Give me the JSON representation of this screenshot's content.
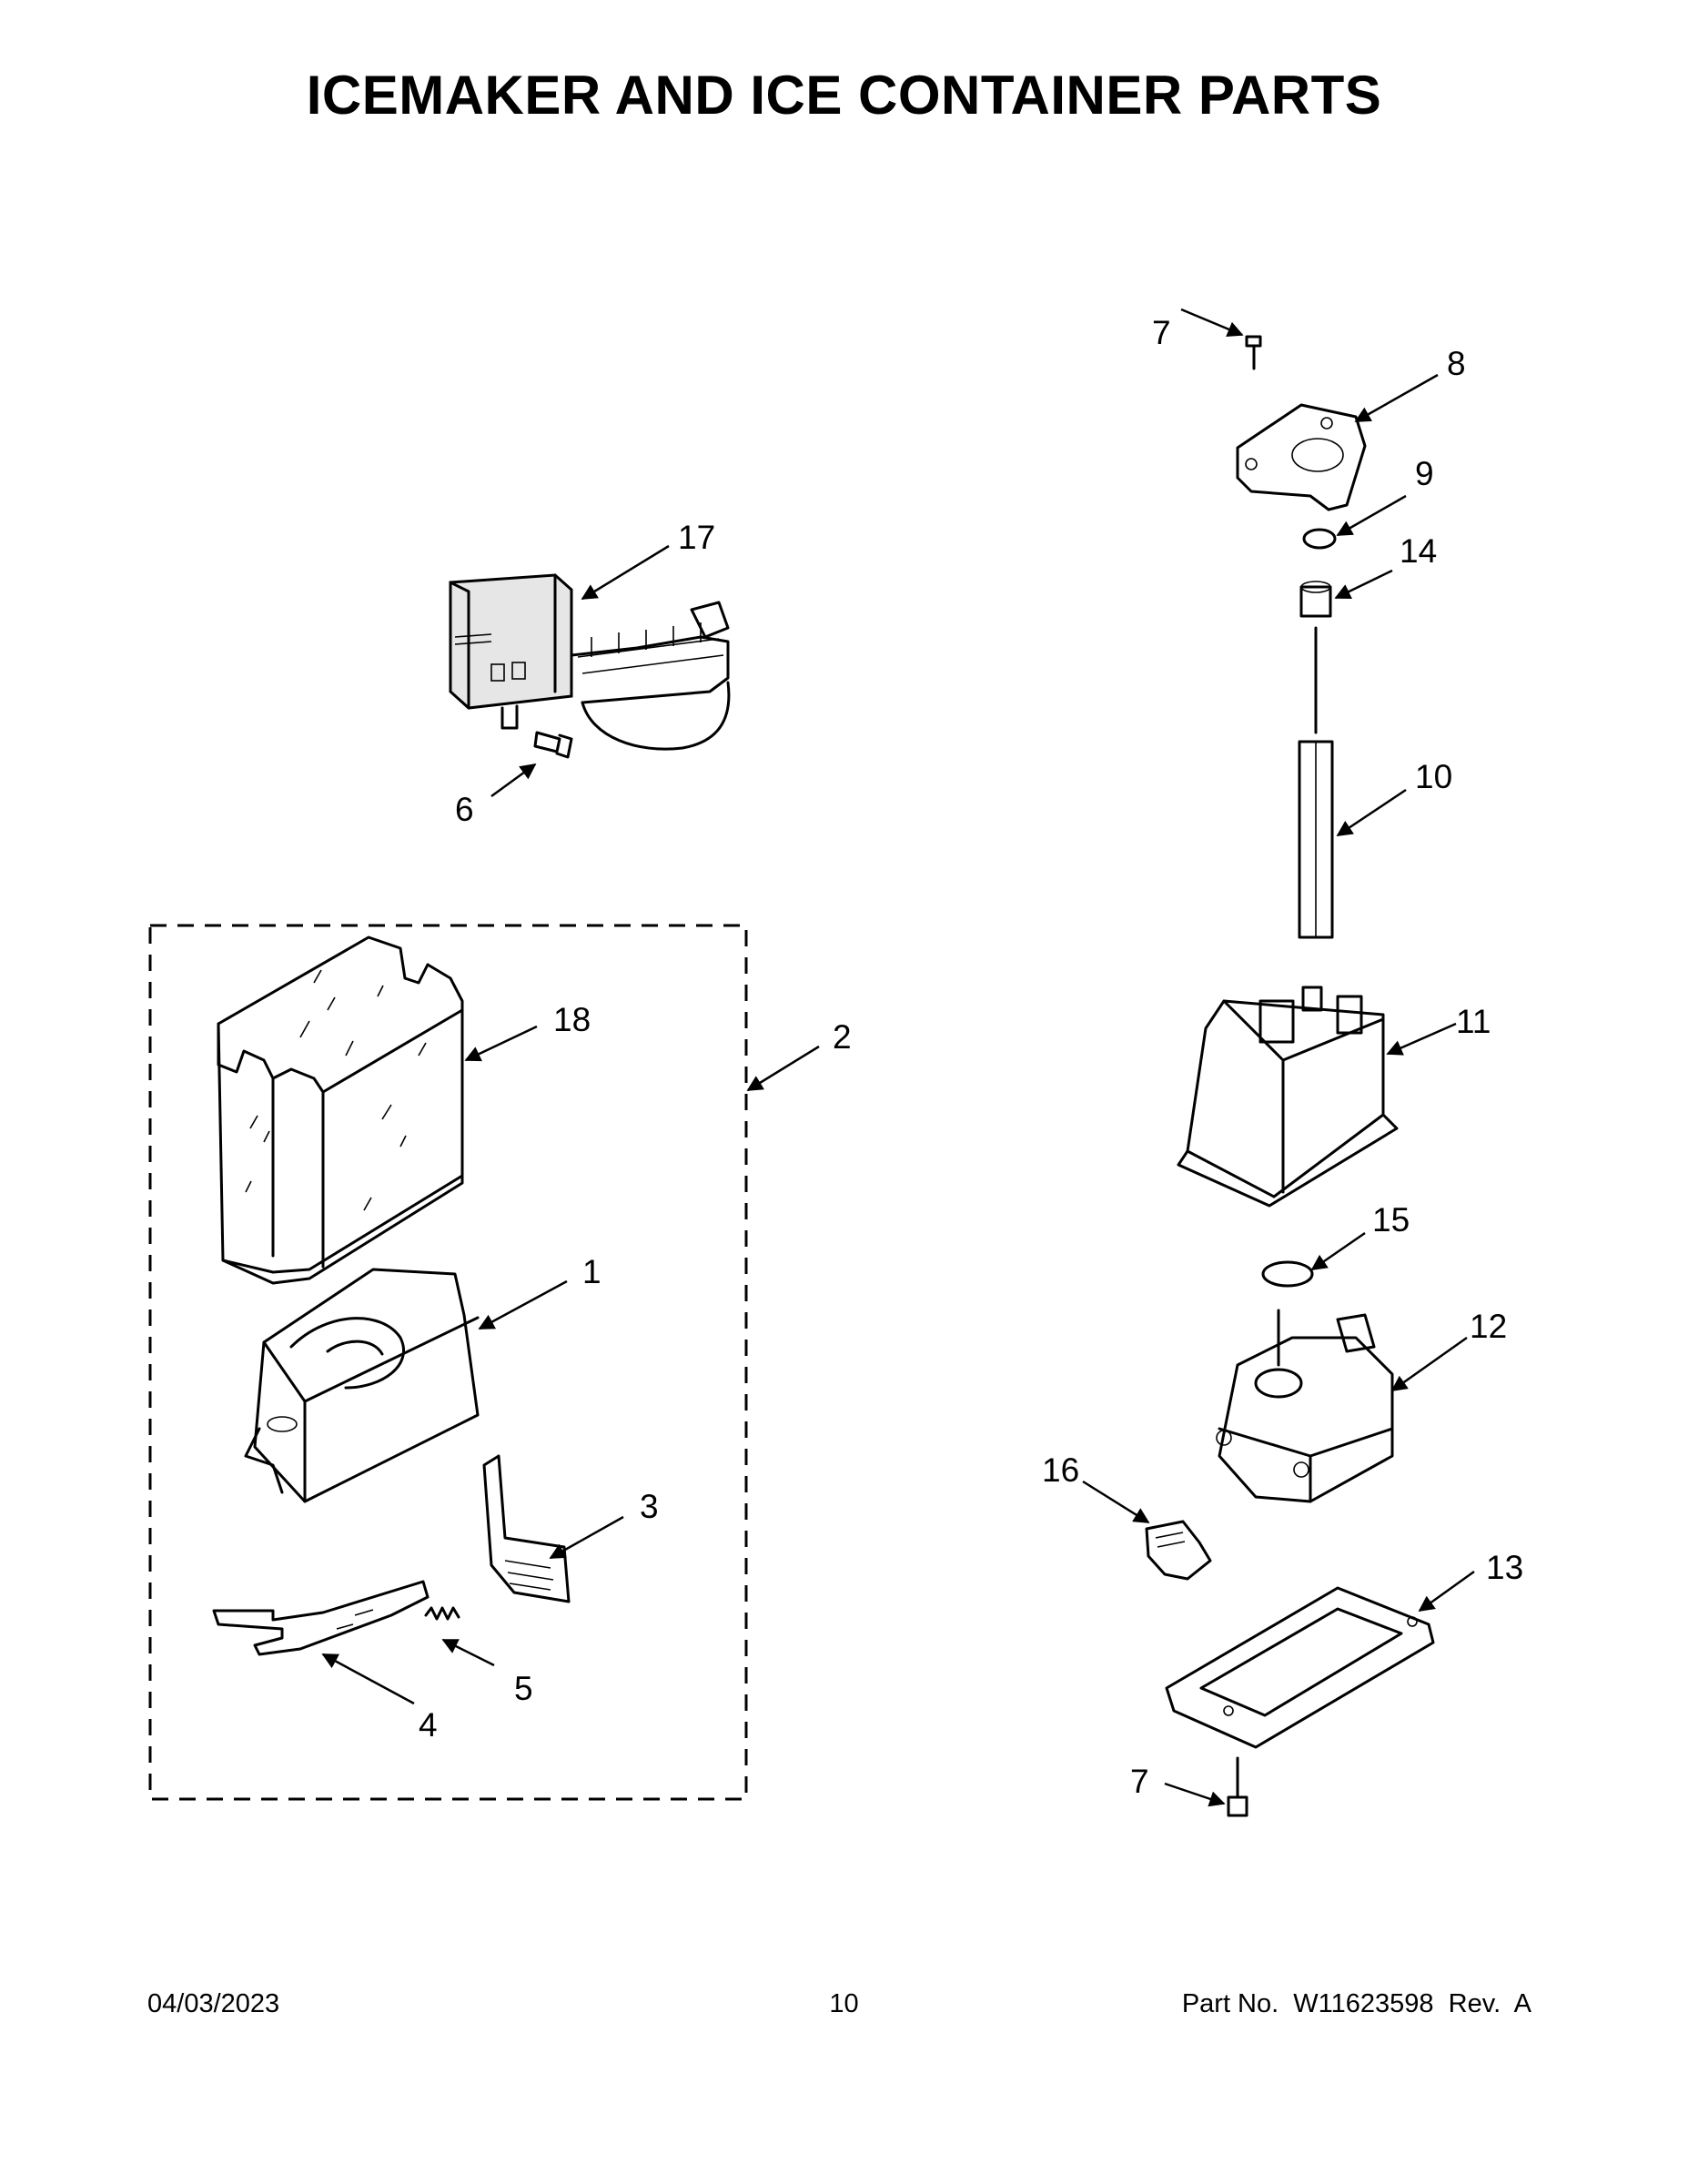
{
  "title": "ICEMAKER AND ICE CONTAINER PARTS",
  "callouts": {
    "c1": "1",
    "c2": "2",
    "c3": "3",
    "c4": "4",
    "c5": "5",
    "c6": "6",
    "c7a": "7",
    "c7b": "7",
    "c8": "8",
    "c9": "9",
    "c10": "10",
    "c11": "11",
    "c12": "12",
    "c13": "13",
    "c14": "14",
    "c15": "15",
    "c16": "16",
    "c17": "17",
    "c18": "18"
  },
  "footer": {
    "date": "04/03/2023",
    "page": "10",
    "part": "Part No.  W11623598  Rev.  A"
  }
}
